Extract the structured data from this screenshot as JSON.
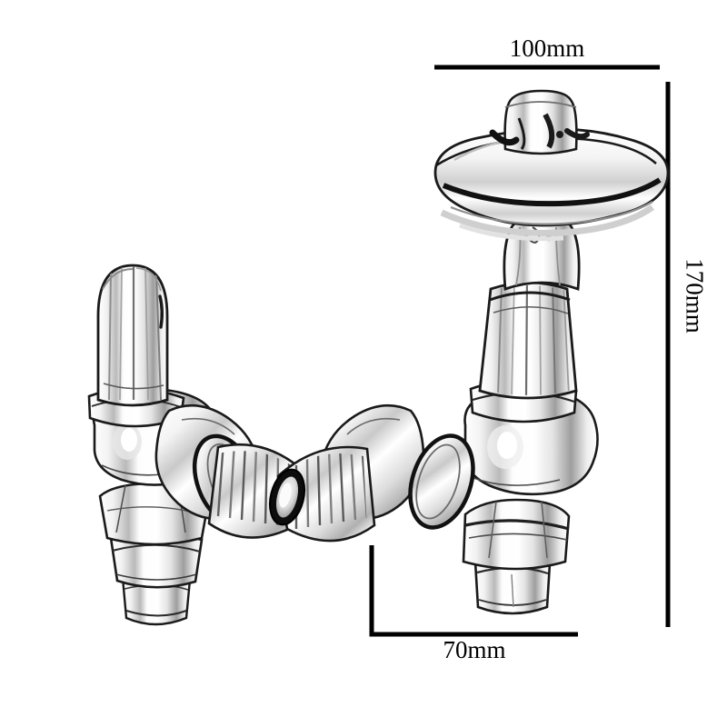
{
  "diagram": {
    "title": "Radiator valve pair dimension diagram",
    "background_color": "#ffffff",
    "line_color": "#000000",
    "dimensions": {
      "width": {
        "value": "100mm",
        "orientation": "horizontal",
        "position": "top"
      },
      "height": {
        "value": "170mm",
        "orientation": "vertical-rotated",
        "position": "right"
      },
      "depth": {
        "value": "70mm",
        "orientation": "horizontal",
        "position": "bottom"
      }
    },
    "objects": [
      {
        "name": "lockshield-valve",
        "position": "left",
        "description": "Angled chrome lockshield radiator valve with domed fluted cap",
        "parts": [
          "domed-cap",
          "cap-collar",
          "valve-body",
          "union-nut",
          "threaded-outlet",
          "tail-pipe"
        ]
      },
      {
        "name": "wheelhead-valve",
        "position": "right",
        "description": "Angled chrome manual radiator valve with mushroom wheel head",
        "parts": [
          "wheel-head",
          "head-stem",
          "fluted-collar",
          "valve-body",
          "union-nut",
          "threaded-outlet",
          "hex-nut",
          "tail-pipe"
        ]
      }
    ]
  }
}
